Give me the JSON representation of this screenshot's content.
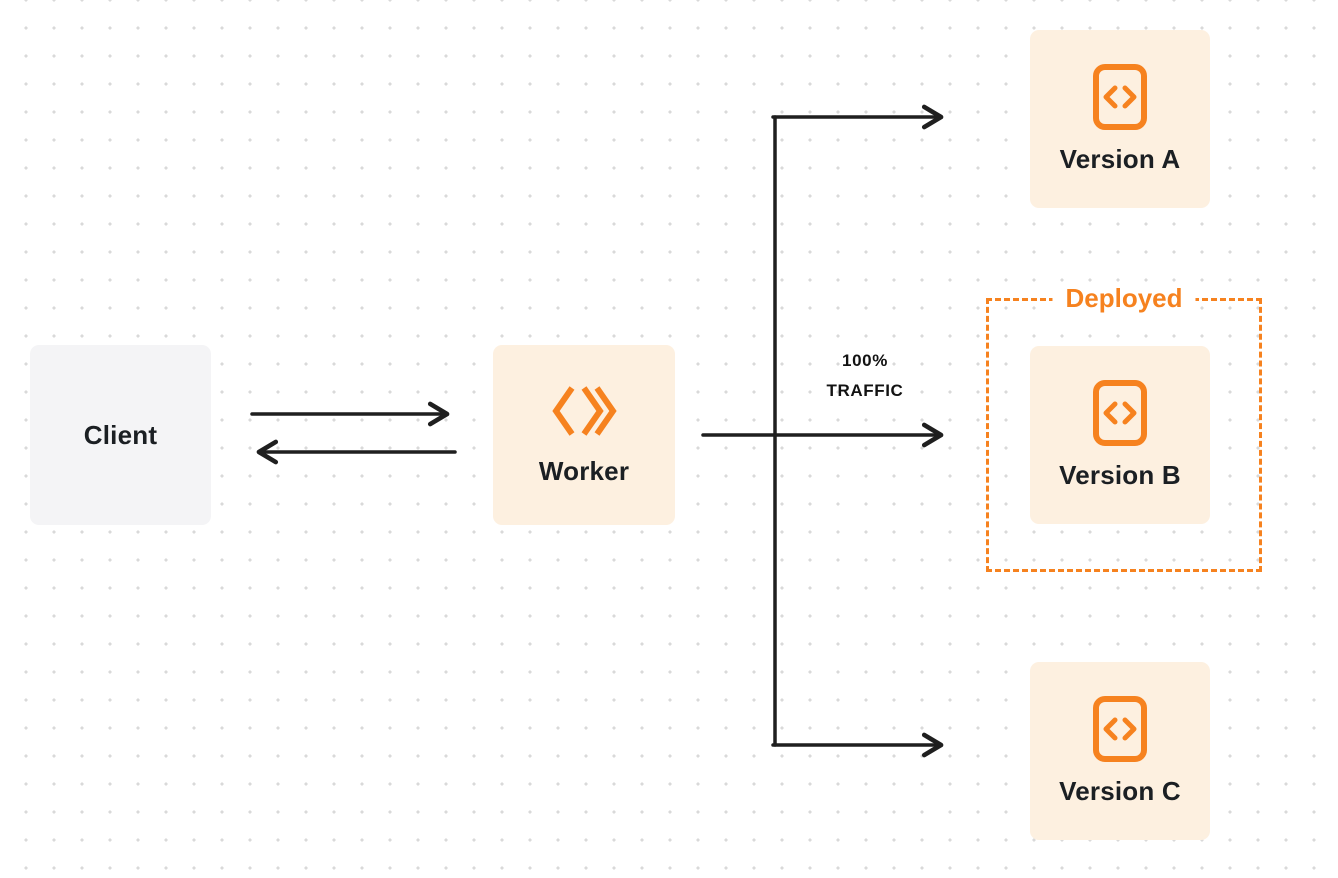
{
  "colors": {
    "accent_orange": "#f6821f",
    "node_cream": "#fdf0e0",
    "client_gray": "#f4f4f6",
    "arrow_black": "#1f1f1f",
    "dot_grid_gray": "#d9d9d9"
  },
  "nodes": {
    "client": {
      "label": "Client"
    },
    "worker": {
      "label": "Worker",
      "icon": "workers-logo-icon"
    },
    "version_a": {
      "label": "Version A",
      "icon": "code-file-icon"
    },
    "version_b": {
      "label": "Version B",
      "icon": "code-file-icon"
    },
    "version_c": {
      "label": "Version C",
      "icon": "code-file-icon"
    }
  },
  "annotations": {
    "deployed_label": "Deployed",
    "traffic_label_line1": "100%",
    "traffic_label_line2": "TRAFFIC"
  }
}
